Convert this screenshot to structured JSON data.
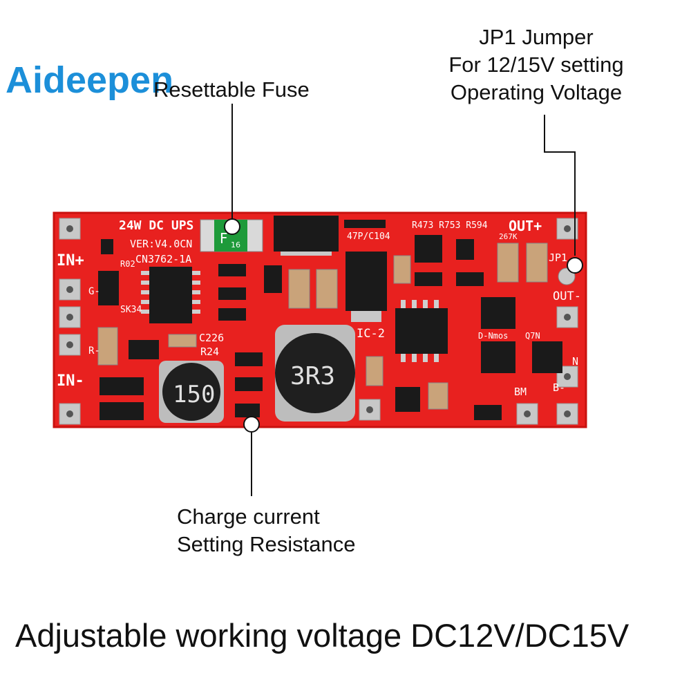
{
  "brand": {
    "logo_text": "Aideepen"
  },
  "callouts": {
    "fuse": [
      "Resettable Fuse"
    ],
    "jumper": [
      "JP1 Jumper",
      "For 12/15V setting",
      "Operating Voltage"
    ],
    "charge": [
      "Charge current",
      "Setting Resistance"
    ]
  },
  "caption": "Adjustable working voltage DC12V/DC15V",
  "board_silkscreen": {
    "title": "24W DC UPS",
    "version": "VER:V4.0CN",
    "chip": "CN3762-1A",
    "in_plus": "IN+",
    "in_minus": "IN-",
    "out_plus": "OUT+",
    "out_minus": "OUT-",
    "jp1": "JP1",
    "ic2": "IC-2",
    "inductor_small": "150",
    "inductor_large": "3R3",
    "resistors_top": "R473 R753 R594",
    "c226": "C226",
    "r24": "R24",
    "cap_label": "47P/C104",
    "fuse_mark": "F",
    "fuse_num": "16",
    "bm": "BM",
    "b_minus": "B-",
    "g_minus": "G-",
    "r_minus": "R-",
    "n_label": "N",
    "d_nmos": "D-Nmos",
    "q7n": "Q7N",
    "r267k": "267K",
    "sk34": "SK34",
    "r02": "R02"
  },
  "colors": {
    "pcb": "#e8211f",
    "pcb_dark": "#c9120f",
    "pad": "#c8c8c8",
    "chip": "#1a1a1a",
    "fuse_green": "#1e9a3a",
    "logo_blue": "#1c8fd9",
    "logo_dark": "#1d3c7c"
  }
}
